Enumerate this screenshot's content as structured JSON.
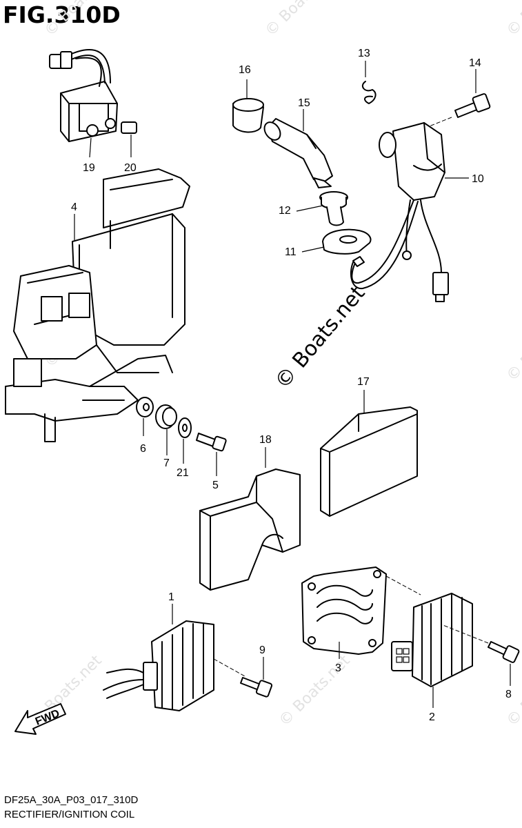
{
  "figure": {
    "title": "FIG.310D"
  },
  "footer": {
    "code": "DF25A_30A_P03_017_310D",
    "name": "RECTIFIER/IGNITION COIL"
  },
  "watermark": {
    "main": "© Boats.net",
    "faint": "© Boats.net"
  },
  "fwd_label": "FWD",
  "callouts": [
    "1",
    "2",
    "3",
    "4",
    "5",
    "6",
    "7",
    "8",
    "9",
    "10",
    "11",
    "12",
    "13",
    "14",
    "15",
    "16",
    "17",
    "18",
    "19",
    "20",
    "21"
  ]
}
